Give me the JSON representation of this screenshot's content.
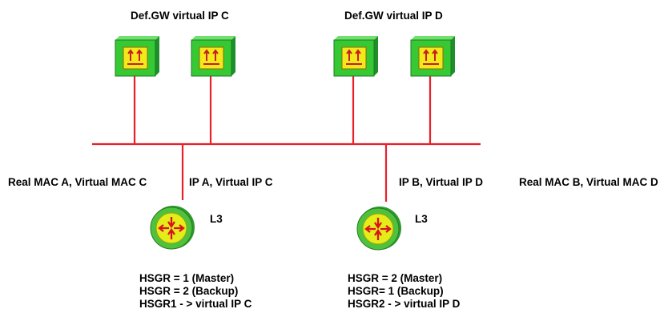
{
  "labels": {
    "gw_left": "Def.GW  virtual IP C",
    "gw_right": "Def.GW virtual IP D",
    "mac_left": "Real MAC A, Virtual MAC C",
    "ip_left": "IP A, Virtual IP C",
    "ip_right": "IP B, Virtual IP D",
    "mac_right": "Real MAC B, Virtual MAC D",
    "router_left": "L3",
    "router_right": "L3"
  },
  "config_left": [
    "HSGR = 1 (Master)",
    "HSGR = 2 (Backup)",
    "HSGR1 - > virtual IP C"
  ],
  "config_right": [
    "HSGR = 2 (Master)",
    "HSGR= 1 (Backup)",
    "HSGR2 - > virtual IP D"
  ],
  "colors": {
    "link": "#e8202a",
    "host_face": "#37c934",
    "host_side": "#1f8f2b",
    "host_screen": "#f2e81c",
    "router_body": "#e4ec1a",
    "router_ring": "#4ec23c",
    "arrow": "#e8202a"
  },
  "icons": [
    "host-icon",
    "router-icon"
  ]
}
